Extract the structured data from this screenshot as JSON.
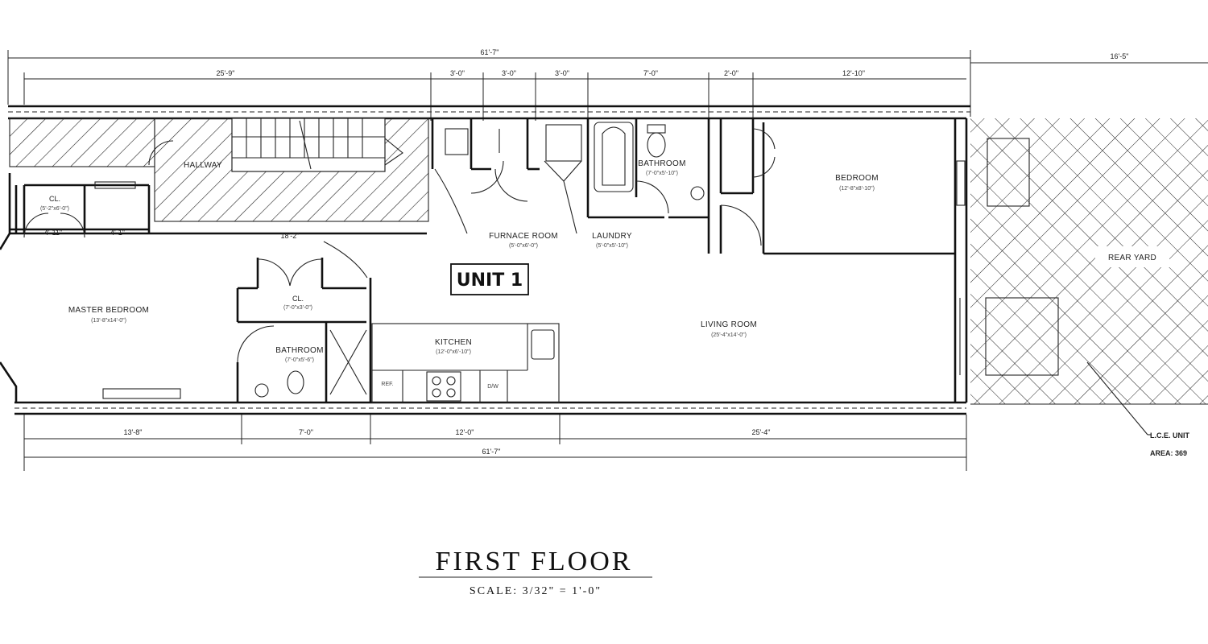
{
  "dimensions": {
    "overall_top": "61'-7\"",
    "rear_top": "16'-5\"",
    "seg_hall": "25'-9\"",
    "seg_furnace": "3'-0\"",
    "seg_closet": "3'-0\"",
    "seg_laundry": "3'-0\"",
    "seg_bath": "7'-0\"",
    "seg_closet2": "2'-0\"",
    "seg_bedroom": "12'-10\"",
    "closet_small": "4'-11\"",
    "closet_small2": "4'-1\"",
    "hall_lower": "18'-2\"",
    "bot_master": "13'-8\"",
    "bot_bath": "7'-0\"",
    "bot_kitchen": "12'-0\"",
    "bot_living": "25'-4\"",
    "overall_bottom": "61'-7\""
  },
  "rooms": {
    "hallway": "HALLWAY",
    "closet_a": "CL.",
    "closet_a_size": "(5'-2\"x6'-0\")",
    "furnace": "FURNACE ROOM",
    "furnace_size": "(5'-0\"x6'-0\")",
    "laundry": "LAUNDRY",
    "laundry_size": "(5'-0\"x5'-10\")",
    "bathroom_top": "BATHROOM",
    "bathroom_top_size": "(7'-0\"x5'-10\")",
    "bedroom": "BEDROOM",
    "bedroom_size": "(12'-8\"x8'-10\")",
    "unit": "UNIT 1",
    "master": "MASTER BEDROOM",
    "master_size": "(13'-8\"x14'-0\")",
    "closet_b": "CL.",
    "closet_b_size": "(7'-0\"x3'-0\")",
    "bathroom_bot": "BATHROOM",
    "bathroom_bot_size": "(7'-0\"x5'-6\")",
    "kitchen": "KITCHEN",
    "kitchen_size": "(12'-0\"x6'-10\")",
    "refr": "REF.",
    "dw": "D/W",
    "living": "LIVING ROOM",
    "living_size": "(25'-4\"x14'-0\")",
    "rear_yard": "REAR YARD",
    "lce_line1": "L.C.E. UNIT",
    "lce_line2": "AREA: 369"
  },
  "title": "FIRST FLOOR",
  "scale": "SCALE: 3/32\" = 1'-0\""
}
